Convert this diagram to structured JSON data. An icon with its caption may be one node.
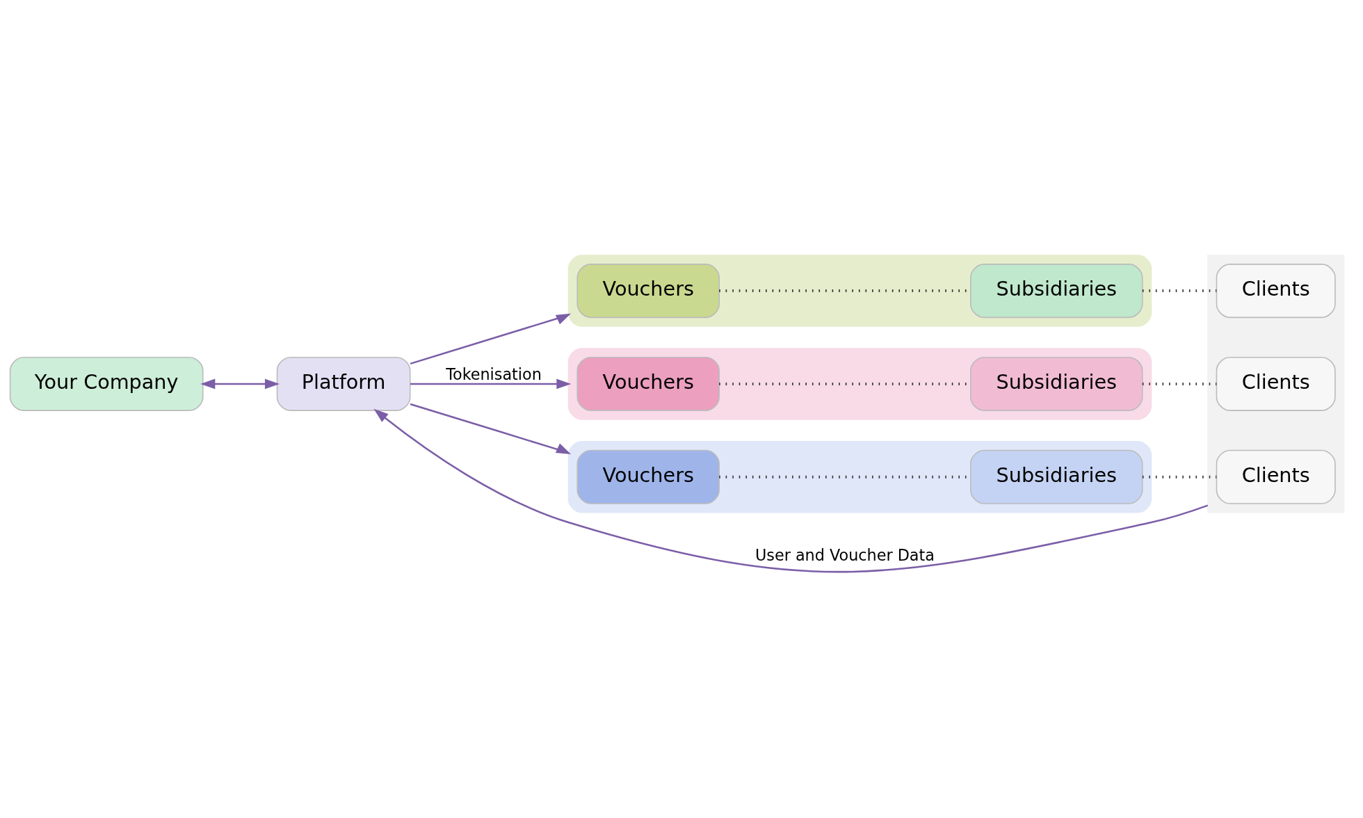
{
  "diagram": {
    "nodes": [
      {
        "text": [
          "Your Company"
        ]
      },
      {
        "text": [
          "Platform"
        ]
      },
      {
        "text": [],
        "shape": "bar"
      },
      {
        "text": [
          "Vouchers"
        ],
        "in": 2
      },
      {
        "text": [
          "Subsidiaries"
        ],
        "in": 2
      },
      {
        "text": [],
        "shape": "bar"
      },
      {
        "text": [
          "Vouchers"
        ],
        "in": 5
      },
      {
        "text": [
          "Subsidiaries"
        ],
        "in": 5
      },
      {
        "text": [],
        "shape": "bar"
      },
      {
        "text": [
          "Vouchers"
        ],
        "in": 8
      },
      {
        "text": [
          "Subsidiaries"
        ],
        "in": 8
      },
      {
        "text": [],
        "shape": "box"
      },
      {
        "text": [
          "Clients"
        ],
        "in": 11
      },
      {
        "text": [
          "Clients"
        ],
        "in": 11
      },
      {
        "text": [
          "Clients"
        ],
        "in": 11
      }
    ],
    "edges": [
      {
        "from": 0,
        "to": 1,
        "arrow": "both",
        "color": "#7b5ea7"
      },
      {
        "from": 1,
        "to": 2,
        "arrow": "to",
        "color": "#7b5ea7"
      },
      {
        "from": 1,
        "to": 5,
        "arrow": "to",
        "label": "Tokenisation",
        "color": "#7b5ea7"
      },
      {
        "from": 1,
        "to": 8,
        "arrow": "to",
        "color": "#7b5ea7"
      },
      {
        "from": 3,
        "to": 4,
        "arrow": "none",
        "style": "dashed"
      },
      {
        "from": 4,
        "to": 12,
        "arrow": "none",
        "style": "dashed"
      },
      {
        "from": 6,
        "to": 7,
        "arrow": "none",
        "style": "dashed"
      },
      {
        "from": 7,
        "to": 13,
        "arrow": "none",
        "style": "dashed"
      },
      {
        "from": 9,
        "to": 10,
        "arrow": "none",
        "style": "dashed"
      },
      {
        "from": 10,
        "to": 14,
        "arrow": "none",
        "style": "dashed"
      },
      {
        "from": 11,
        "to": 1,
        "arrow": "to",
        "label": "User and Voucher Data",
        "color": "#7b5ea7"
      }
    ]
  }
}
